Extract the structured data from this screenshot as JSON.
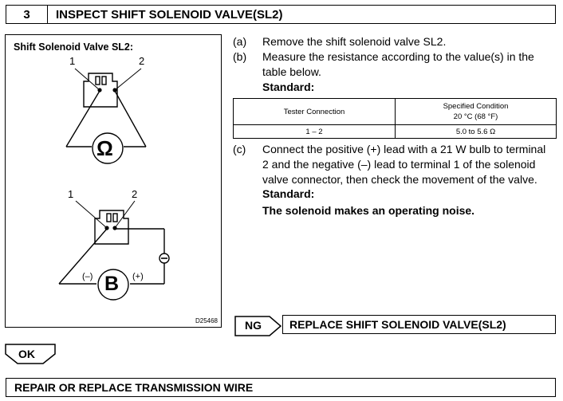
{
  "header": {
    "step_number": "3",
    "title": "INSPECT SHIFT SOLENOID VALVE(SL2)"
  },
  "figure": {
    "title": "Shift Solenoid Valve SL2:",
    "terminal_1": "1",
    "terminal_2": "2",
    "ohm_symbol": "Ω",
    "bulb_symbol": "B",
    "negative_mark": "(–)",
    "positive_mark": "(+)",
    "code": "D25468"
  },
  "steps": [
    {
      "letter": "(a)",
      "text": "Remove the shift  solenoid valve SL2."
    },
    {
      "letter": "(b)",
      "text_line1": "Measure the resistance according to the value(s) in the",
      "text_line2": "table below.",
      "standard_label": "Standard:"
    },
    {
      "letter": "(c)",
      "lines": [
        "Connect the positive (+) lead with a 21 W bulb to terminal",
        "2 and the negative (–) lead to terminal 1 of the solenoid",
        "valve connector, then check the movement of the valve."
      ],
      "standard_label": "Standard:",
      "standard_text": "The solenoid makes an operating noise."
    }
  ],
  "spec_table": {
    "header_col1": "Tester Connection",
    "header_col2_line1": "Specified Condition",
    "header_col2_line2": "20 °C (68 °F)",
    "row_col1": "1 – 2",
    "row_col2": "5.0 to 5.6 Ω"
  },
  "ng": {
    "label": "NG",
    "result": "REPLACE SHIFT SOLENOID VALVE(SL2)"
  },
  "ok": {
    "label": "OK"
  },
  "final": {
    "text": "REPAIR OR REPLACE TRANSMISSION WIRE"
  }
}
